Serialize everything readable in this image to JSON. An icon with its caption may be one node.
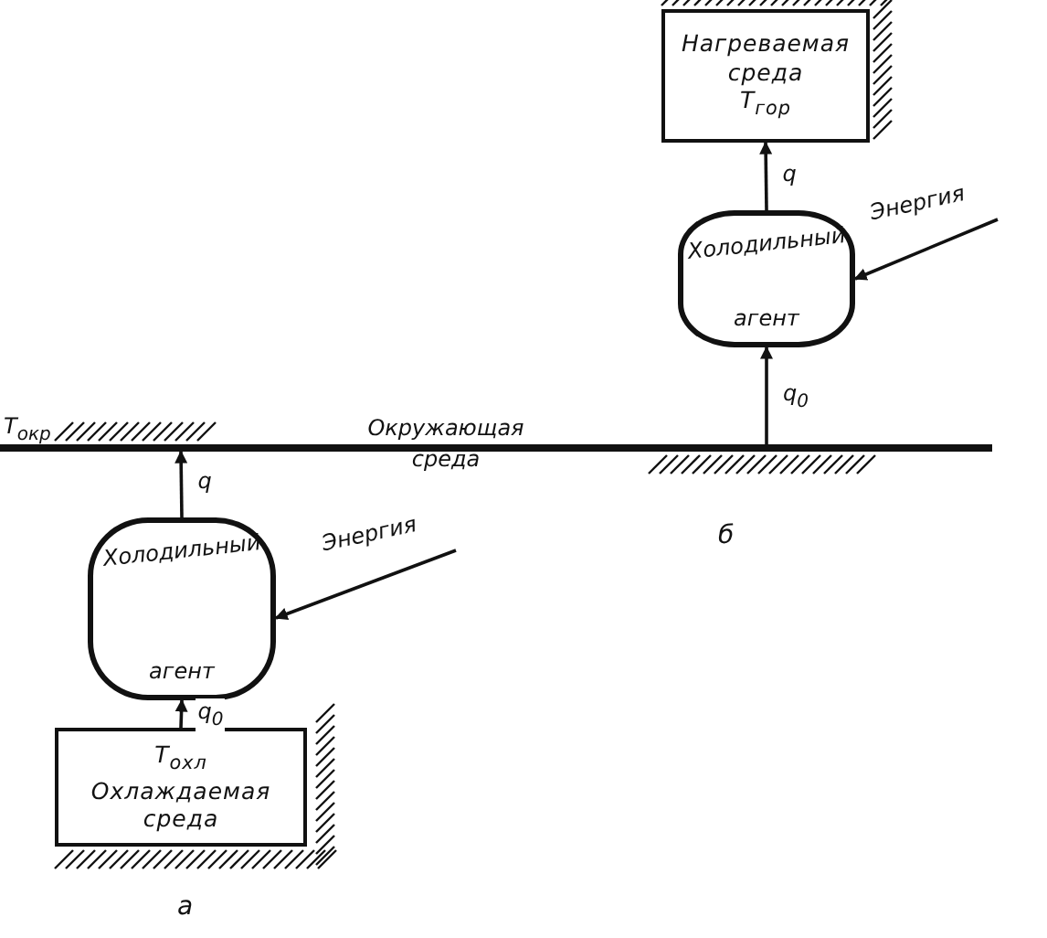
{
  "diagram": {
    "nodes": [
      {
        "text": [
          "T$_{окр}$",
          "Окружающая среда"
        ]
      },
      {
        "text": [
          "Холодильный",
          "агент"
        ]
      },
      {
        "text": [
          "T$_{охл}$",
          "Охлаждаемая среда"
        ]
      },
      {
        "text": [
          "Энергия"
        ]
      },
      {
        "text": [
          "Нагреваемая среда",
          "T$_{гор}$"
        ]
      },
      {
        "text": [
          "Холодильный",
          "агент"
        ]
      },
      {
        "text": [
          "Энергия"
        ]
      }
    ],
    "edges": [
      {
        "from": 1,
        "to": 0,
        "arrow": "to",
        "label": "q"
      },
      {
        "from": 2,
        "to": 1,
        "arrow": "to",
        "label": "q$_{0}$"
      },
      {
        "from": 3,
        "to": 1,
        "arrow": "to"
      },
      {
        "from": 5,
        "to": 4,
        "arrow": "to",
        "label": "q"
      },
      {
        "from": 0,
        "to": 5,
        "arrow": "to",
        "label": "q$_{0}$"
      },
      {
        "from": 6,
        "to": 5,
        "arrow": "to"
      }
    ],
    "labels": [
      "а",
      "б"
    ]
  }
}
